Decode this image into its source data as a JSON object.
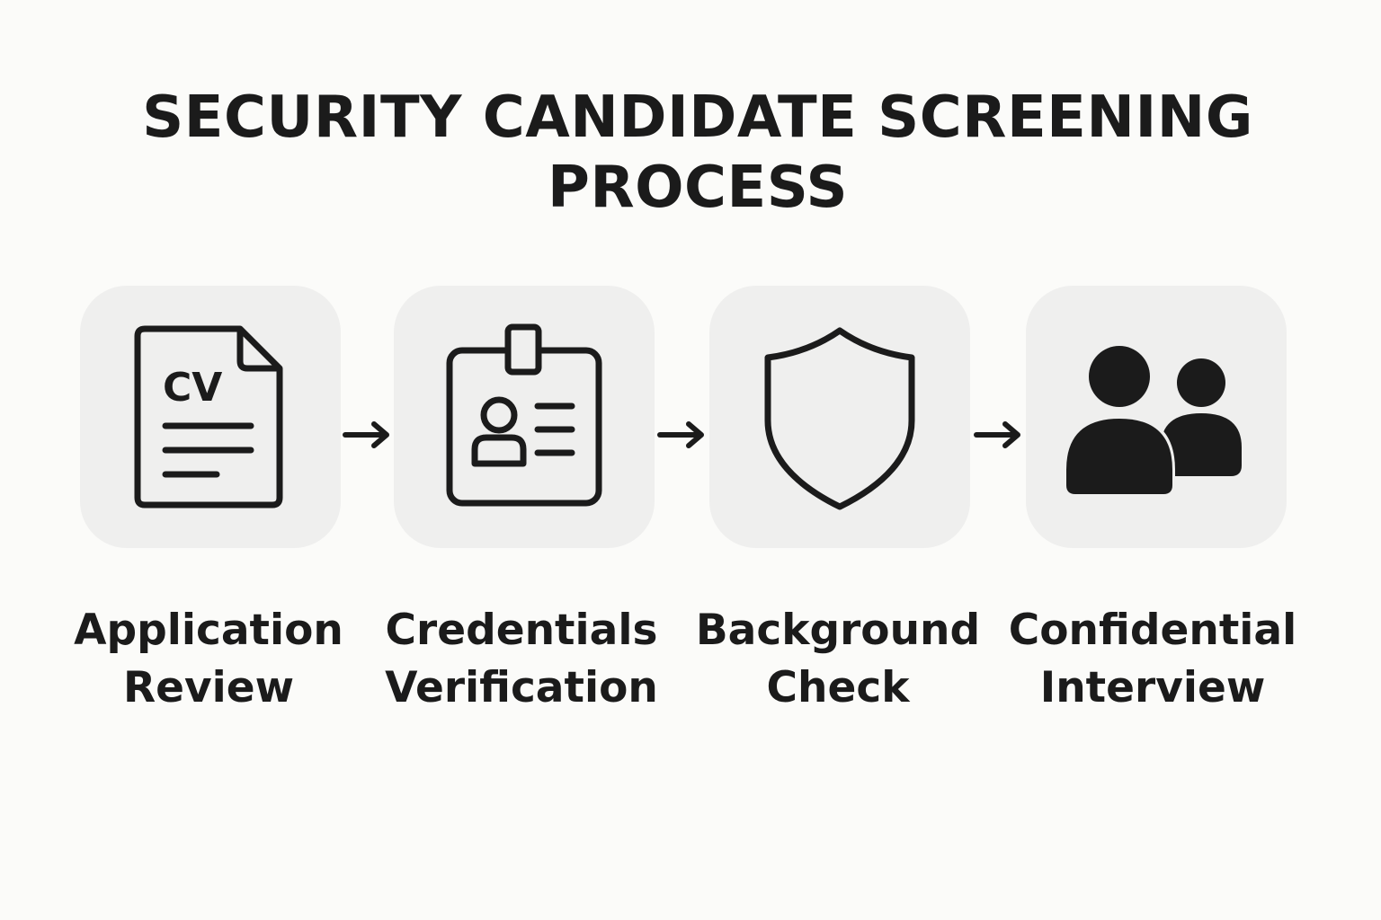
{
  "title": {
    "line1": "SECURITY CANDIDATE SCREENING",
    "line2": "PROCESS"
  },
  "steps": [
    {
      "icon": "cv-document-icon",
      "icon_text": "CV",
      "label_line1": "Application",
      "label_line2": "Review"
    },
    {
      "icon": "id-badge-icon",
      "label_line1": "Credentials",
      "label_line2": "Verification"
    },
    {
      "icon": "shield-icon",
      "label_line1": "Background",
      "label_line2": "Check"
    },
    {
      "icon": "people-icon",
      "label_line1": "Confidential",
      "label_line2": "Interview"
    }
  ],
  "colors": {
    "background": "#fbfbf9",
    "tile": "#efefee",
    "ink": "#1b1b1b"
  }
}
